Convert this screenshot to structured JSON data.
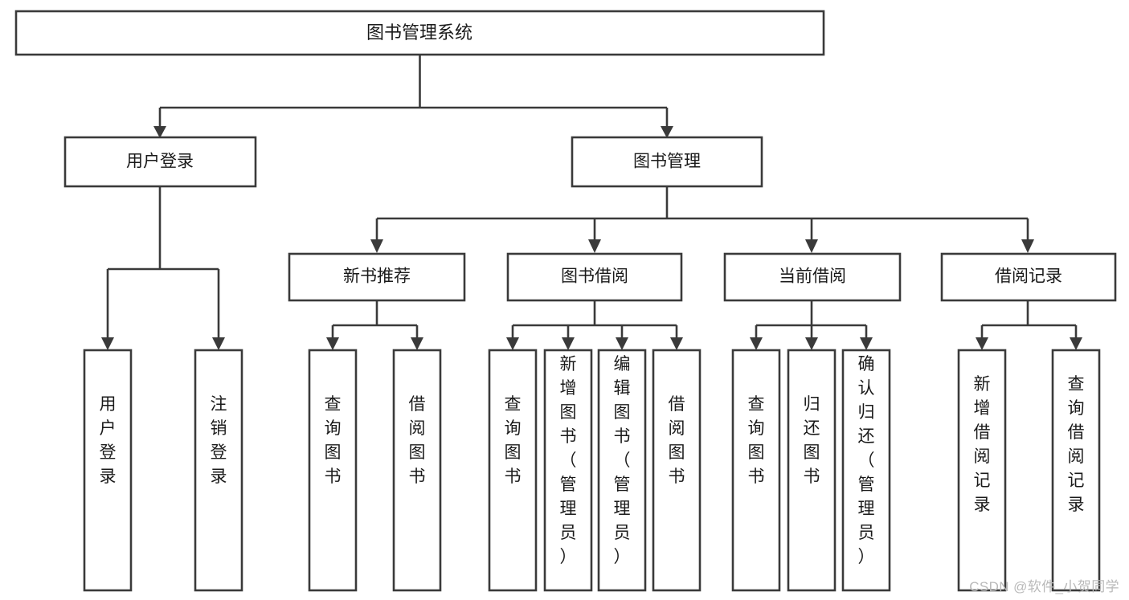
{
  "diagram": {
    "type": "tree-hierarchy-chart",
    "title": "图书管理系统",
    "watermark": "CSDN @软件_小贺同学",
    "colors": {
      "stroke": "#3a3a3a",
      "fill": "#ffffff",
      "text": "#1a1a1a",
      "watermark": "#b9b9b9",
      "background": "#ffffff"
    },
    "levels": {
      "level0": [
        {
          "id": "root",
          "label": "图书管理系统",
          "orientation": "horizontal"
        }
      ],
      "level1": [
        {
          "id": "user-login",
          "label": "用户登录",
          "orientation": "horizontal"
        },
        {
          "id": "book-manage",
          "label": "图书管理",
          "orientation": "horizontal"
        }
      ],
      "level2": [
        {
          "id": "new-book-rec",
          "label": "新书推荐",
          "orientation": "horizontal",
          "parent": "book-manage"
        },
        {
          "id": "book-borrow",
          "label": "图书借阅",
          "orientation": "horizontal",
          "parent": "book-manage"
        },
        {
          "id": "current-borrow",
          "label": "当前借阅",
          "orientation": "horizontal",
          "parent": "book-manage"
        },
        {
          "id": "borrow-record",
          "label": "借阅记录",
          "orientation": "horizontal",
          "parent": "book-manage"
        }
      ],
      "level3": [
        {
          "id": "leaf-1",
          "label": "用户登录",
          "orientation": "vertical",
          "parent": "user-login"
        },
        {
          "id": "leaf-2",
          "label": "注销登录",
          "orientation": "vertical",
          "parent": "user-login"
        },
        {
          "id": "leaf-3",
          "label": "查询图书",
          "orientation": "vertical",
          "parent": "new-book-rec"
        },
        {
          "id": "leaf-4",
          "label": "借阅图书",
          "orientation": "vertical",
          "parent": "new-book-rec"
        },
        {
          "id": "leaf-5",
          "label": "查询图书",
          "orientation": "vertical",
          "parent": "book-borrow"
        },
        {
          "id": "leaf-6",
          "label": "新增图书（管理员）",
          "orientation": "vertical",
          "parent": "book-borrow"
        },
        {
          "id": "leaf-7",
          "label": "编辑图书（管理员）",
          "orientation": "vertical",
          "parent": "book-borrow"
        },
        {
          "id": "leaf-8",
          "label": "借阅图书",
          "orientation": "vertical",
          "parent": "book-borrow"
        },
        {
          "id": "leaf-9",
          "label": "查询图书",
          "orientation": "vertical",
          "parent": "current-borrow"
        },
        {
          "id": "leaf-10",
          "label": "归还图书",
          "orientation": "vertical",
          "parent": "current-borrow"
        },
        {
          "id": "leaf-11",
          "label": "确认归还（管理员）",
          "orientation": "vertical",
          "parent": "current-borrow"
        },
        {
          "id": "leaf-12",
          "label": "新增借阅记录",
          "orientation": "vertical",
          "parent": "borrow-record"
        },
        {
          "id": "leaf-13",
          "label": "查询借阅记录",
          "orientation": "vertical",
          "parent": "borrow-record"
        }
      ]
    }
  }
}
